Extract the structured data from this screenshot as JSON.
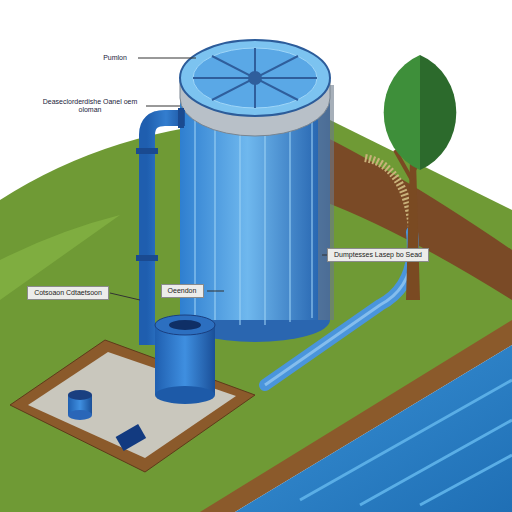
{
  "diagram": {
    "nodes": [
      {
        "text": [
          "Dumptesses Lasep bo Sead"
        ]
      },
      {
        "text": [
          "Cotsoaon Cdtaetsoon"
        ]
      },
      {
        "text": [
          "Oeendon"
        ]
      }
    ],
    "labels": [
      "Pumlon",
      "Deaseclorderdishe Oanel oem oloman"
    ]
  }
}
